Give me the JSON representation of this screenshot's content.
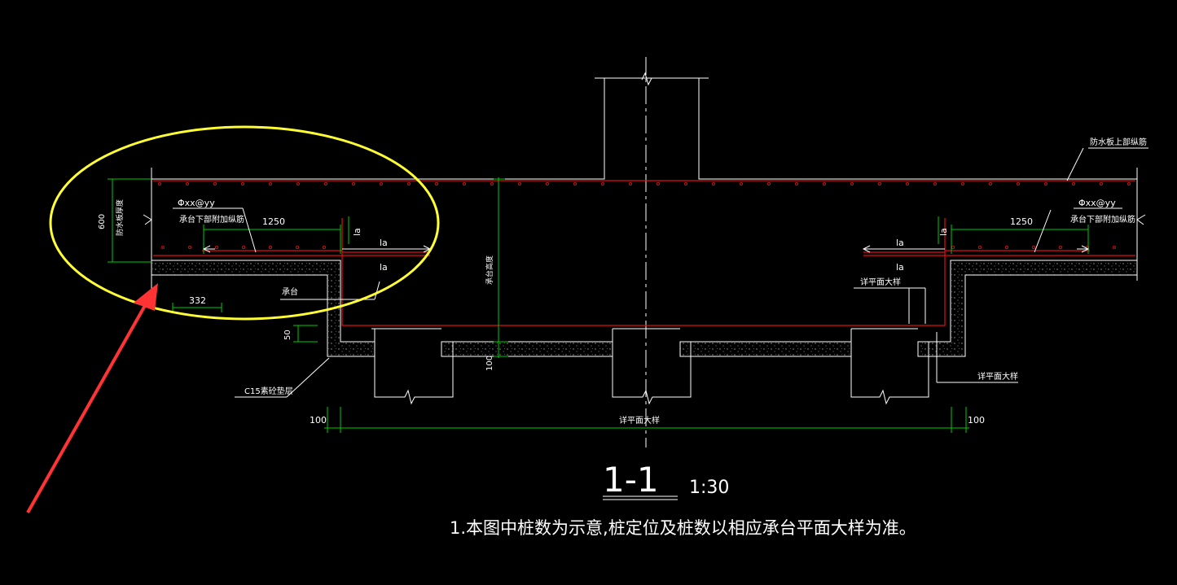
{
  "section_title": "1-1",
  "scale": "1:30",
  "note": "1.本图中桩数为示意,桩定位及桩数以相应承台平面大样为准。",
  "labels": {
    "top_rebar": "防水板上部纵筋",
    "rebar_spec_left": "Φxx@yy",
    "rebar_spec_right": "Φxx@yy",
    "bottom_add_rebar_left": "承台下部附加纵筋",
    "bottom_add_rebar_right": "承台下部附加纵筋",
    "slab_thickness": "防水板厚度",
    "cap": "承台",
    "cap_height": "承台高度",
    "cushion": "C15素砼垫层",
    "plan_detail_1": "详平面大样",
    "plan_detail_2": "详平面大样",
    "plan_detail_3": "详平面大样"
  },
  "dimensions": {
    "slab_600": "600",
    "len_1250_left": "1250",
    "len_1250_right": "1250",
    "dim_332": "332",
    "dim_50": "50",
    "dim_100_mid": "100",
    "dim_100_left": "100",
    "dim_100_right": "100",
    "la_1": "la",
    "la_2": "la",
    "la_3": "la",
    "la_4": "la",
    "la_5": "la",
    "la_6": "la"
  },
  "colors": {
    "background": "#000000",
    "line_white": "#ffffff",
    "dimension_green": "#00cc00",
    "rebar_red": "#e01010",
    "highlight_ellipse": "#ffff33",
    "arrow": "#ff3333"
  }
}
